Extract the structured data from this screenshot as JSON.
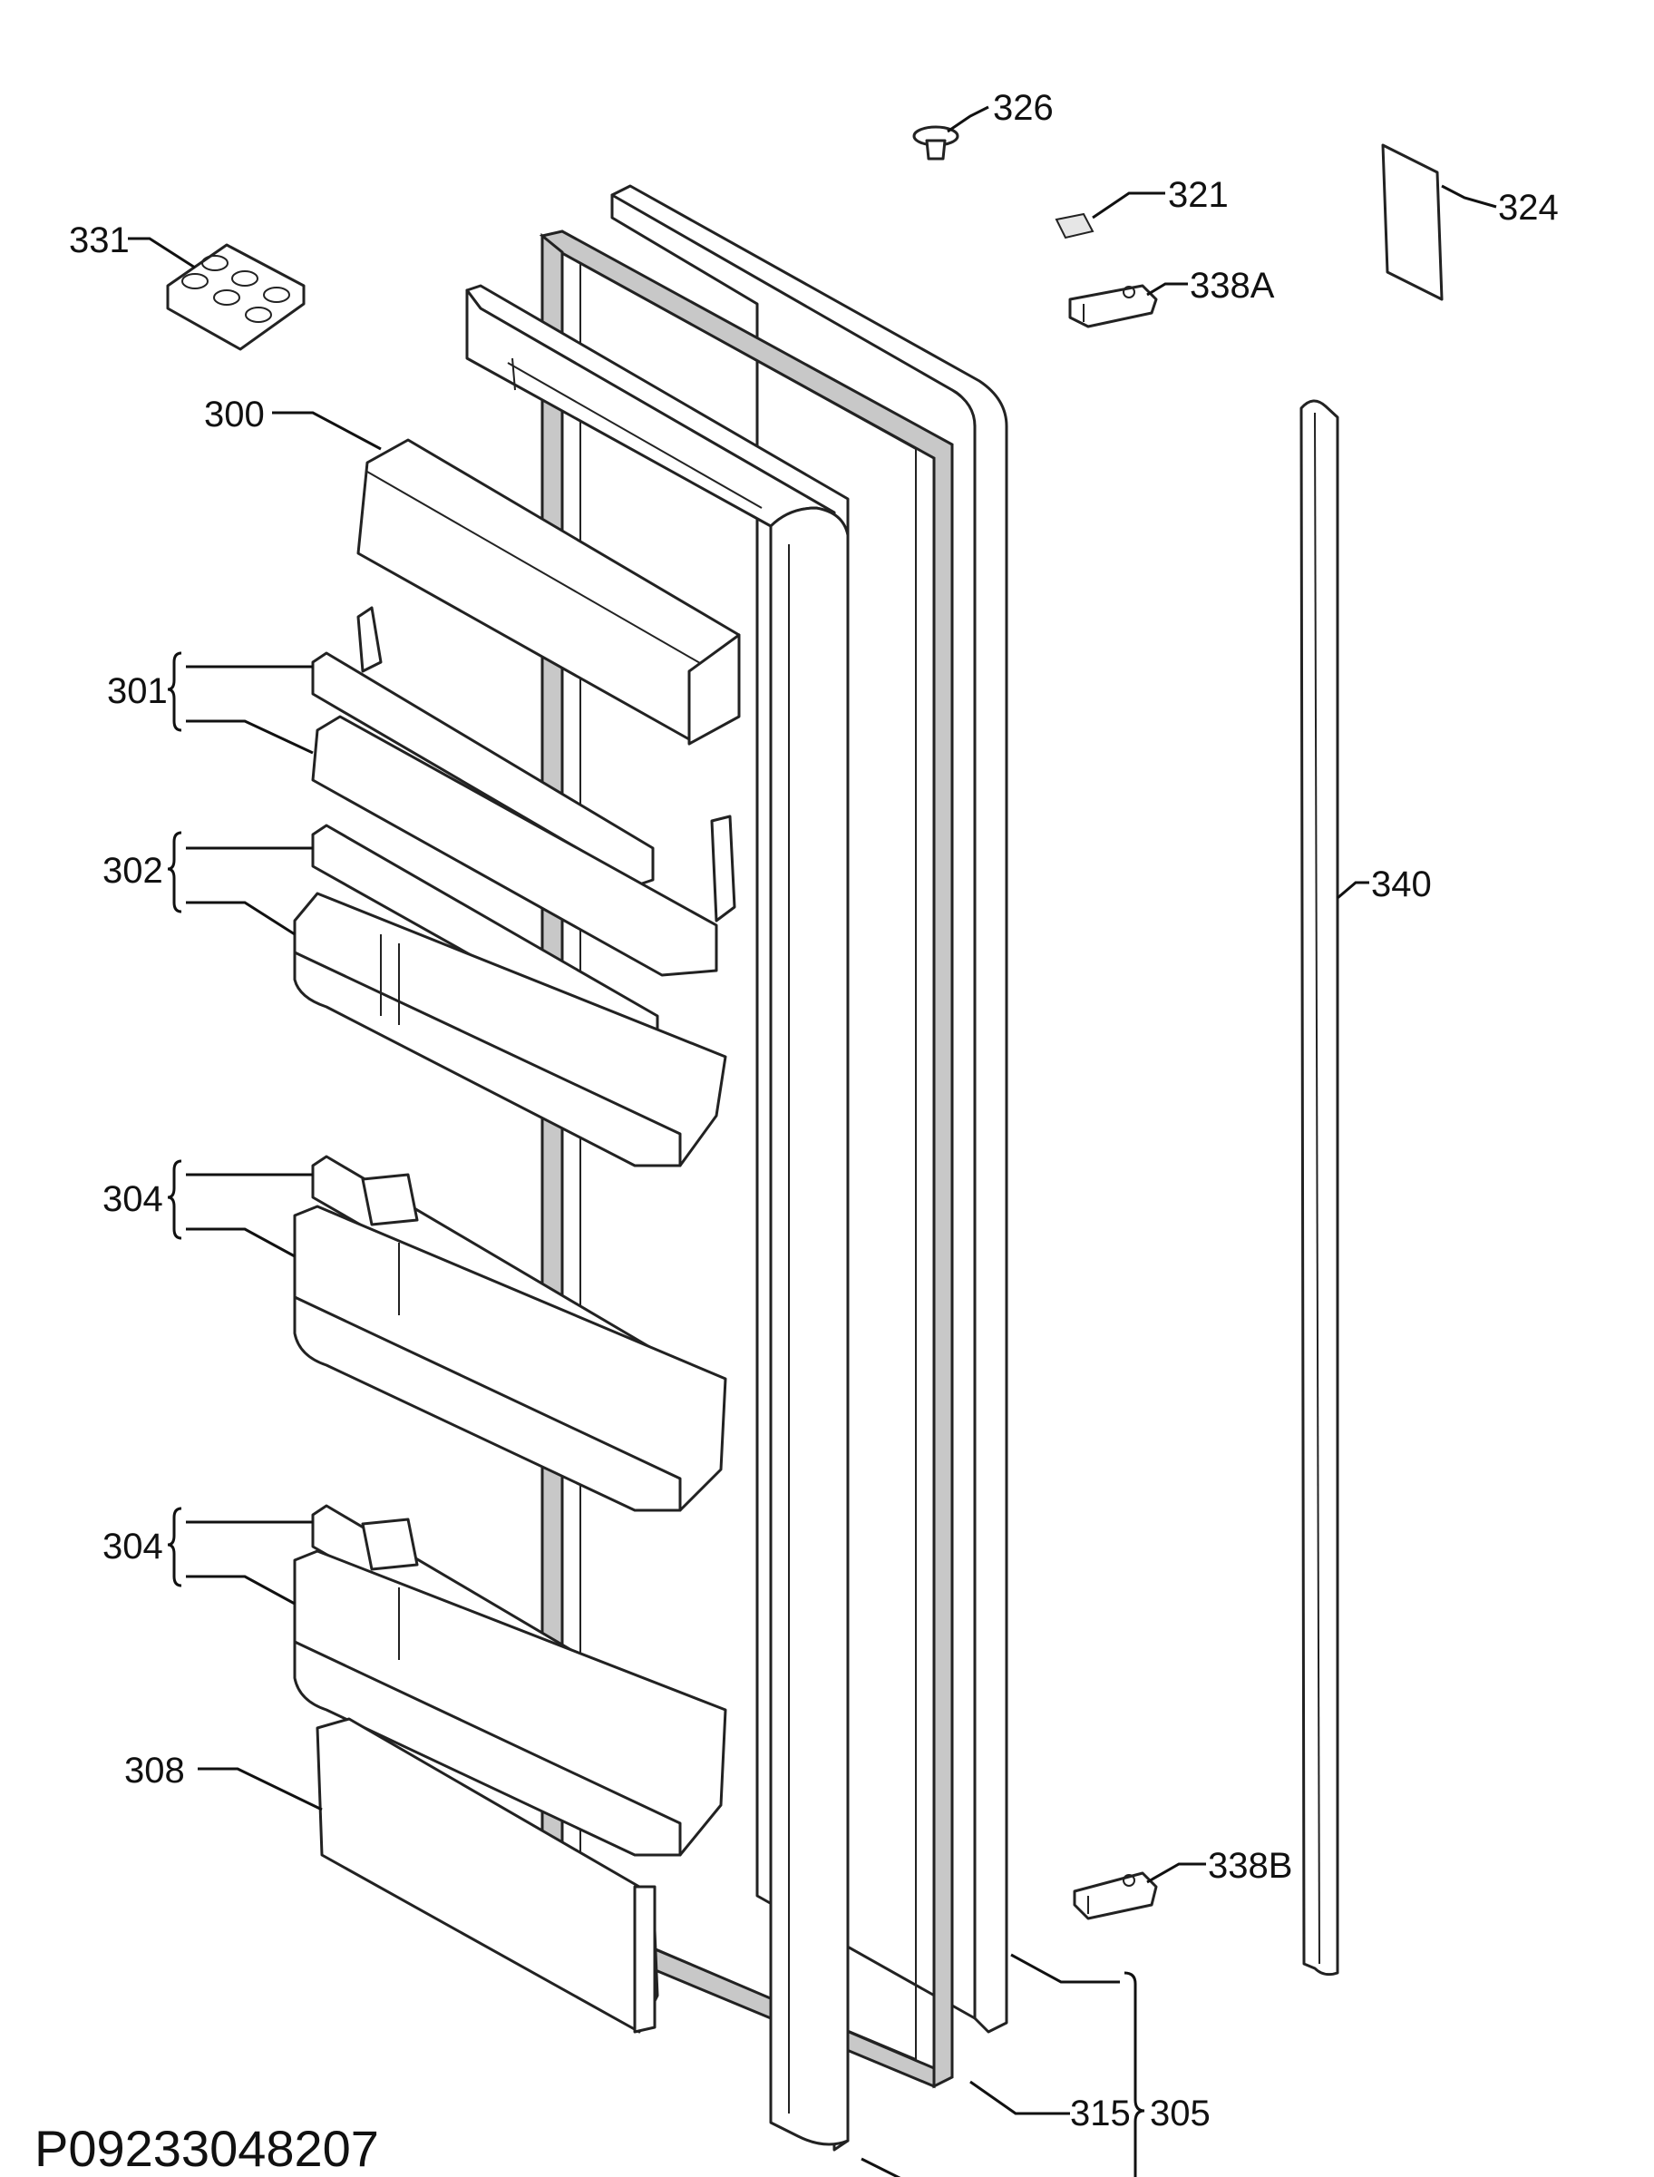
{
  "diagram": {
    "drawing_code": "P09233048207",
    "labels": {
      "p326": "326",
      "p321": "321",
      "p324": "324",
      "p338a": "338A",
      "p331": "331",
      "p300": "300",
      "p301": "301",
      "p302": "302",
      "p304a": "304",
      "p304b": "304",
      "p340": "340",
      "p308": "308",
      "p338b": "338B",
      "p315": "315",
      "p305": "305"
    }
  }
}
